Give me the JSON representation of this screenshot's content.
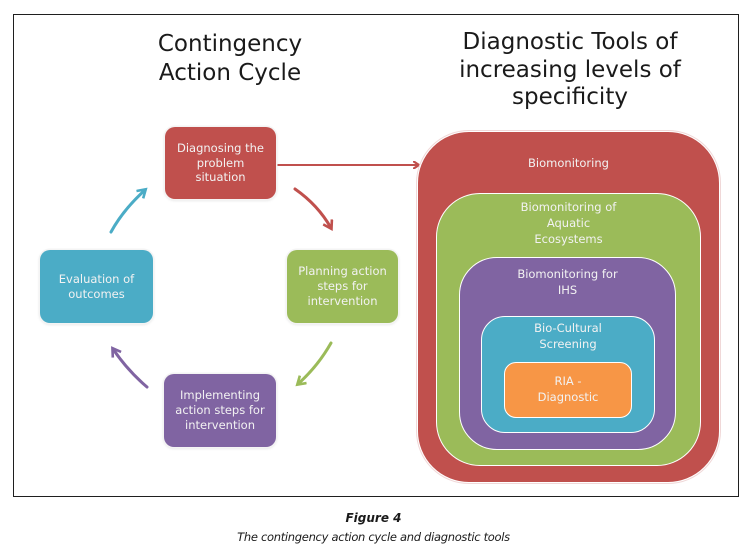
{
  "figure": {
    "left_title": "Contingency Action Cycle",
    "right_title": "Diagnostic Tools of increasing levels of specificity",
    "caption_title": "Figure 4",
    "caption_text": "The contingency action cycle and diagnostic tools"
  },
  "cycle": {
    "steps": [
      {
        "label": "Diagnosing the problem situation",
        "color": "#c0504d"
      },
      {
        "label": "Planning action steps for intervention",
        "color": "#9bbb59"
      },
      {
        "label": "Implementing action steps for intervention",
        "color": "#8064a2"
      },
      {
        "label": "Evaluation of outcomes",
        "color": "#4bacc6"
      }
    ],
    "arrows": [
      {
        "from": "Diagnosing the problem situation",
        "to": "Planning action steps for intervention",
        "color": "#c0504d"
      },
      {
        "from": "Planning action steps for intervention",
        "to": "Implementing action steps for intervention",
        "color": "#9bbb59"
      },
      {
        "from": "Implementing action steps for intervention",
        "to": "Evaluation of outcomes",
        "color": "#8064a2"
      },
      {
        "from": "Evaluation of outcomes",
        "to": "Diagnosing the problem situation",
        "color": "#4bacc6"
      }
    ],
    "link_arrow": {
      "from": "Diagnosing the problem situation",
      "to": "Biomonitoring",
      "color": "#c0504d"
    }
  },
  "tools": {
    "levels": [
      {
        "label": "Biomonitoring",
        "color": "#c0504d"
      },
      {
        "label": "Biomonitoring of Aquatic Ecosystems",
        "color": "#9bbb59"
      },
      {
        "label": "Biomonitoring for IHS",
        "color": "#8064a2"
      },
      {
        "label": "Bio-Cultural Screening",
        "color": "#4bacc6"
      },
      {
        "label": "RIA - Diagnostic",
        "color": "#f79646"
      }
    ]
  }
}
